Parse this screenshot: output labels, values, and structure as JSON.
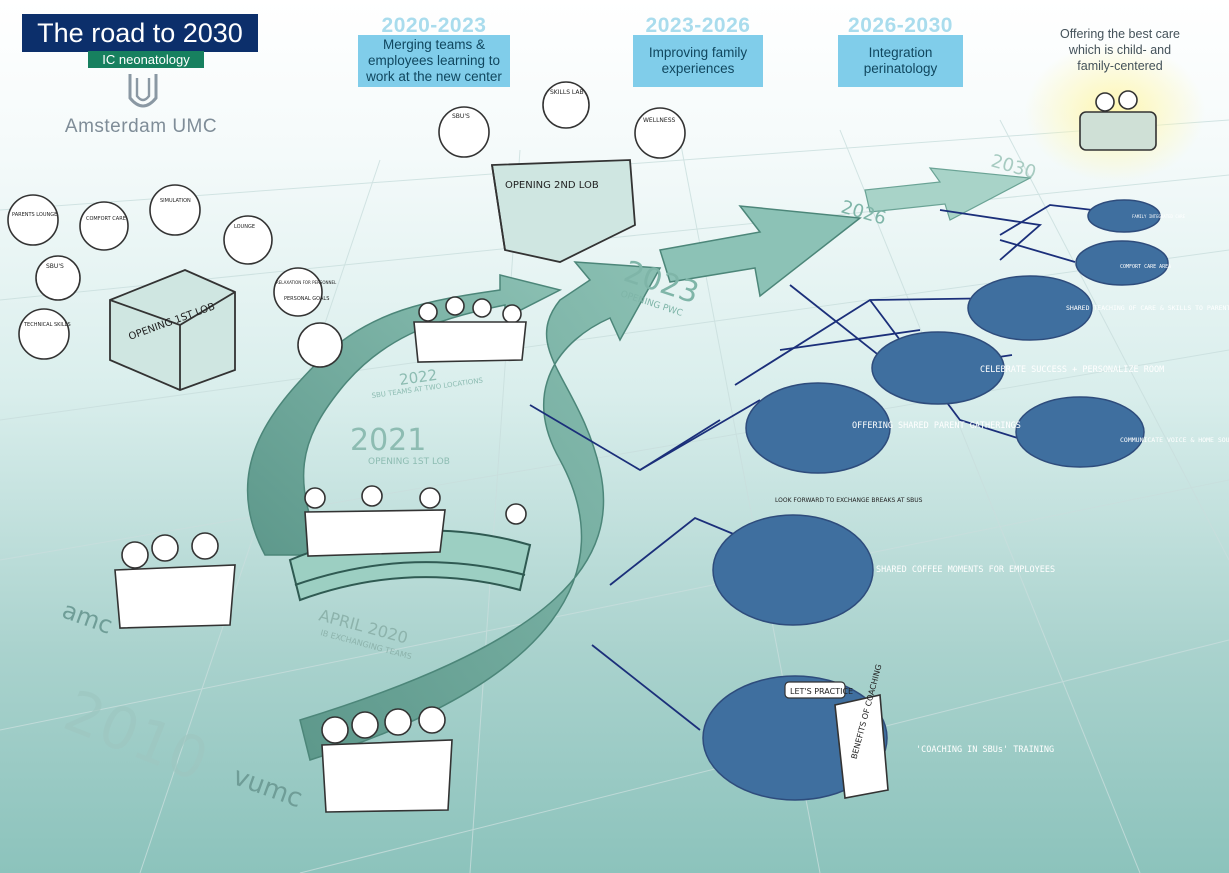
{
  "header": {
    "title": "The road to 2030",
    "subtitle": "IC neonatology",
    "logo_text": "Amsterdam UMC"
  },
  "periods": [
    {
      "years": "2020-2023",
      "text": "Merging teams & employees learning to work at the new center"
    },
    {
      "years": "2023-2026",
      "text": "Improving family experiences"
    },
    {
      "years": "2026-2030",
      "text": "Integration perinatology"
    }
  ],
  "goal": "Offering the best care which is child- and family-centered",
  "road_labels": {
    "y2010": "2010",
    "vumc": "vumc",
    "amc": "amc",
    "april": "APRIL 2020",
    "april_sub": "IB EXCHANGING TEAMS",
    "y2021": "2021",
    "y2021_sub": "OPENING 1ST LOB",
    "y2022": "2022",
    "y2022_sub": "SBU TEAMS AT TWO LOCATIONS",
    "y2023": "2023",
    "y2023_sub": "OPENING PWC",
    "y2026": "2026",
    "y2030": "2030"
  },
  "buildings": {
    "lob1": "OPENING 1ST LOB",
    "lob2": "OPENING 2ND LOB"
  },
  "lob1_bubbles": [
    "PARENTS LOUNGE",
    "COMFORT CARE",
    "SIMULATION",
    "SBU'S",
    "LOUNGE",
    "RELAXATION FOR PERSONNEL",
    "PERSONAL GOALS",
    "TECHNICAL SKILLS"
  ],
  "lob2_bubbles": [
    "SBU'S",
    "SKILLS LAB",
    "WELLNESS"
  ],
  "islands": [
    {
      "label": "'COACHING IN SBUs' TRAINING",
      "speech": "LET'S PRACTICE",
      "board": "BENEFITS OF COACHING"
    },
    {
      "label": "SHARED COFFEE MOMENTS FOR EMPLOYEES",
      "note": "LOOK FORWARD TO EXCHANGE BREAKS AT SBUS"
    },
    {
      "label": "OFFERING SHARED PARENT GATHERINGS"
    },
    {
      "label": "CELEBRATE SUCCESS + PERSONALIZE ROOM"
    },
    {
      "label": "COMMUNICATE VOICE & HOME SOUND TO ROOM"
    },
    {
      "label": "SHARED TEACHING OF CARE & SKILLS TO PARENTS"
    },
    {
      "label": "COMFORT CARE AREA"
    },
    {
      "label": "FAMILY INTEGRATED CARE"
    }
  ],
  "colors": {
    "navy": "#0c2f6b",
    "green": "#17805f",
    "road": "#6ea79a",
    "island": "#3f6f9f",
    "period_box": "#80cdea"
  }
}
